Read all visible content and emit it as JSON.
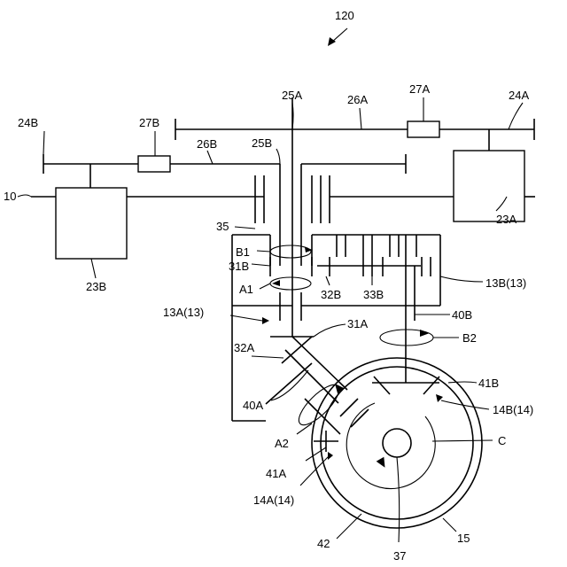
{
  "diagram": {
    "figure_ref": "120",
    "labels": {
      "l10": "10",
      "l15": "15",
      "l23A": "23A",
      "l23B": "23B",
      "l24A": "24A",
      "l24B": "24B",
      "l25A": "25A",
      "l25B": "25B",
      "l26A": "26A",
      "l26B": "26B",
      "l27A": "27A",
      "l27B": "27B",
      "l31A": "31A",
      "l31B": "31B",
      "l32A": "32A",
      "l32B": "32B",
      "l33B": "33B",
      "l35": "35",
      "l37": "37",
      "l40A": "40A",
      "l40B": "40B",
      "l41A": "41A",
      "l41B": "41B",
      "l42": "42",
      "l13A": "13A(13)",
      "l13B": "13B(13)",
      "l14A": "14A(14)",
      "l14B": "14B(14)",
      "lA1": "A1",
      "lA2": "A2",
      "lB1": "B1",
      "lB2": "B2",
      "lC": "C"
    }
  }
}
